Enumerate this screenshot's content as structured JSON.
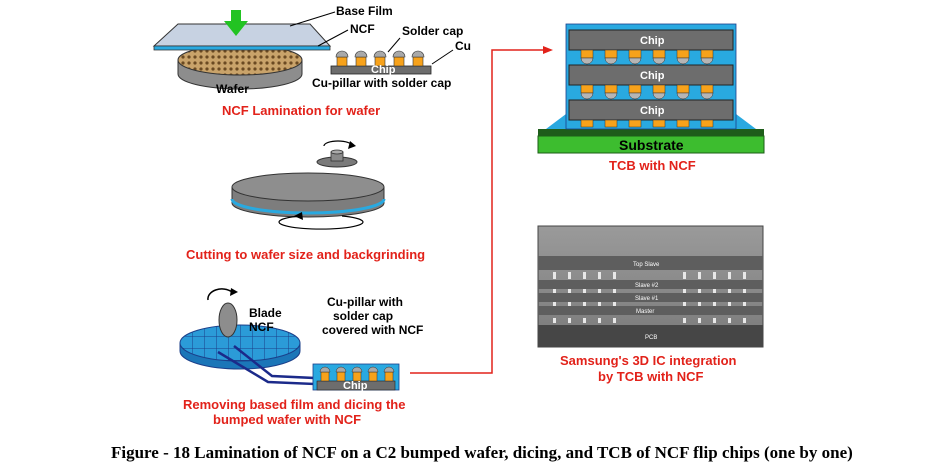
{
  "panel1": {
    "base_film": "Base Film",
    "ncf": "NCF",
    "solder_cap": "Solder cap",
    "cu": "Cu",
    "chip": "Chip",
    "cu_pillar": "Cu-pillar with solder cap",
    "wafer": "Wafer",
    "caption": "NCF Lamination for wafer"
  },
  "panel2": {
    "caption": "Cutting to wafer size and backgrinding"
  },
  "panel3": {
    "blade": "Blade",
    "ncf": "NCF",
    "covered_line1": "Cu-pillar with",
    "covered_line2": "solder cap",
    "covered_line3": "covered with NCF",
    "chip": "Chip",
    "caption_line1": "Removing based film and dicing the",
    "caption_line2": "bumped wafer with NCF"
  },
  "stack": {
    "chip1": "Chip",
    "chip2": "Chip",
    "chip3": "Chip",
    "substrate": "Substrate",
    "caption": "TCB with NCF"
  },
  "micrograph": {
    "top_slave": "Top Slave",
    "slave2": "Slave #2",
    "slave1": "Slave #1",
    "master": "Master",
    "pcb": "PCB",
    "caption_line1": "Samsung's 3D IC integration",
    "caption_line2": "by TCB with NCF"
  },
  "figure_caption": "Figure - 18 Lamination of NCF on a C2 bumped wafer, dicing, and TCB of NCF flip chips (one by one)",
  "colors": {
    "accent_red": "#e2221a",
    "ncf_blue": "#29a9e0",
    "bump_orange": "#f7a21b",
    "chip_gray": "#6d6d6d",
    "substrate_green": "#3dbd2f"
  }
}
